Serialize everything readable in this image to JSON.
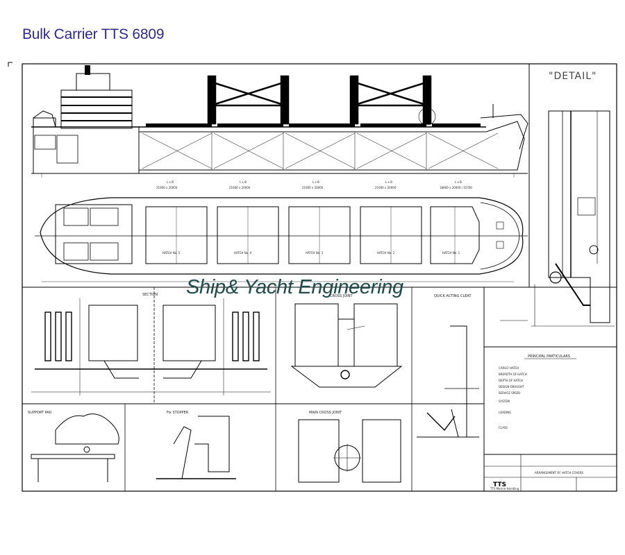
{
  "header": {
    "title": "Bulk Carrier TTS 6809"
  },
  "watermark": {
    "text": "Ship& Yacht Engineering"
  },
  "drawing": {
    "detail_label": "\"DETAIL\"",
    "hatch_labels": [
      "HATCH No. 5",
      "HATCH No. 4",
      "HATCH No. 3",
      "HATCH No. 2",
      "HATCH No. 1"
    ],
    "hold_dims": [
      "L x B",
      "L x B",
      "L x B",
      "L x B",
      "L x B"
    ],
    "hold_sizes": [
      "21600 x 20000",
      "21600 x 20000",
      "21600 x 20000",
      "21600 x 20000",
      "18600 x 20000 / 15700"
    ],
    "panel_titles": {
      "section": "SECTION",
      "cross_joint": "CROSS JOINT",
      "cleat": "QUICK ACTING CLEAT",
      "support_pad": "SUPPORT PAD",
      "fix_stopper": "Fix STOPPER",
      "main_cross_joint": "MAIN CROSS JOINT",
      "general_particulars": "PRINCIPAL PARTICULARS"
    },
    "particulars": [
      "CARGO HATCH",
      "BREADTH OF HATCH",
      "DEPTH OF HATCH",
      "DESIGN DRAUGHT",
      "SERVICE SPEED",
      "SYSTEM",
      "LOADING",
      "CLASS"
    ],
    "title_block": {
      "drawing_title": "ARRANGEMENT OF HATCH COVERS",
      "logo": "TTS",
      "company": "TTS Marine Handling"
    }
  }
}
